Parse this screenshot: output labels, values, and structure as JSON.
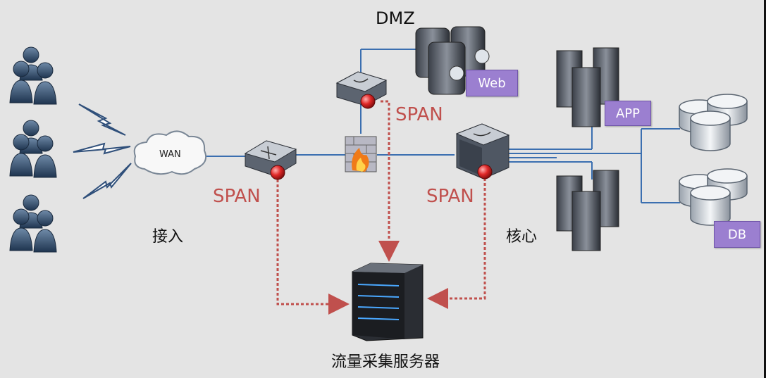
{
  "labels": {
    "dmz": "DMZ",
    "wan": "WAN",
    "span_access": "SPAN",
    "span_dmz": "SPAN",
    "span_core": "SPAN",
    "access": "接入",
    "core": "核心",
    "collector": "流量采集服务器"
  },
  "tags": {
    "web": "Web",
    "app": "APP",
    "db": "DB"
  },
  "colors": {
    "link": "#3b6fb0",
    "span_path": "#c0504d",
    "tag_bg": "#9b7fd0",
    "background": "#e4e4e4"
  }
}
